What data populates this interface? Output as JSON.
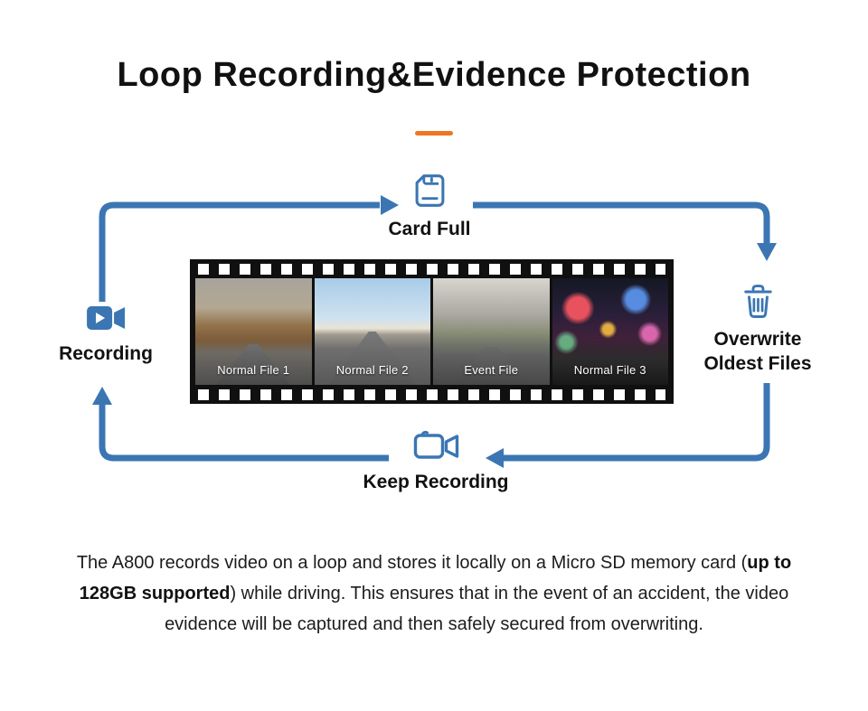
{
  "title": "Loop Recording&Evidence Protection",
  "colors": {
    "accent_blue": "#3B76B3",
    "accent_orange": "#EE7623",
    "film_black": "#101010"
  },
  "diagram": {
    "nodes": {
      "card_full": {
        "label": "Card Full",
        "icon": "memory-card-icon"
      },
      "recording": {
        "label": "Recording",
        "icon": "video-camera-icon"
      },
      "overwrite": {
        "label_line1": "Overwrite",
        "label_line2": "Oldest Files",
        "icon": "trash-icon"
      },
      "keep_recording": {
        "label": "Keep Recording",
        "icon": "video-camera-outline-icon"
      }
    },
    "filmstrip": {
      "frames": [
        {
          "label": "Normal File 1",
          "scene": "mountain-road"
        },
        {
          "label": "Normal File 2",
          "scene": "open-highway"
        },
        {
          "label": "Event File",
          "scene": "city-street"
        },
        {
          "label": "Normal File 3",
          "scene": "night-city"
        }
      ]
    }
  },
  "description": {
    "part1": "The A800 records video on a loop and stores it locally on a Micro SD memory card (",
    "bold": "up to 128GB supported",
    "part2": ") while driving. This ensures that in the event of an accident, the video evidence will be captured and then safely secured from overwriting."
  }
}
